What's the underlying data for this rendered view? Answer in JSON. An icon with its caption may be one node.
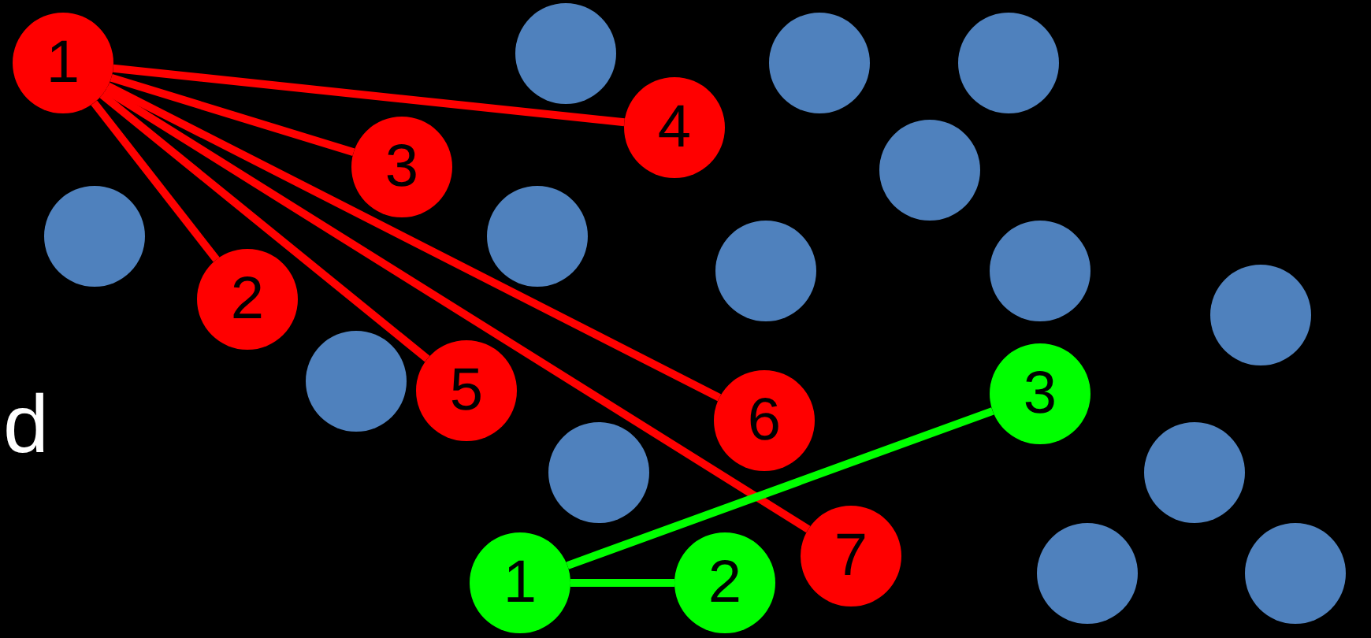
{
  "diagram": {
    "nodes": [
      {
        "text": [
          "1"
        ]
      },
      {
        "text": [],
        "shape": "circle"
      },
      {
        "text": [],
        "shape": "circle"
      },
      {
        "text": [],
        "shape": "circle"
      },
      {
        "text": [],
        "shape": "circle"
      },
      {
        "text": [
          "3"
        ]
      },
      {
        "text": [
          "4"
        ]
      },
      {
        "text": [],
        "shape": "circle"
      },
      {
        "text": [
          "2"
        ]
      },
      {
        "text": [],
        "shape": "circle"
      },
      {
        "text": [],
        "shape": "circle"
      },
      {
        "text": [],
        "shape": "circle"
      },
      {
        "text": [],
        "shape": "circle"
      },
      {
        "text": [
          "5"
        ]
      },
      {
        "text": [
          "6"
        ]
      },
      {
        "text": [
          "3"
        ]
      },
      {
        "text": [],
        "shape": "circle"
      },
      {
        "text": [],
        "shape": "circle"
      },
      {
        "text": [
          "7"
        ]
      },
      {
        "text": [],
        "shape": "circle"
      },
      {
        "text": [
          "1"
        ]
      },
      {
        "text": [
          "2"
        ]
      },
      {
        "text": [],
        "shape": "circle"
      },
      {
        "text": [],
        "shape": "circle"
      }
    ],
    "edges": [
      {
        "from": 0,
        "to": 8,
        "arrow": "none"
      },
      {
        "from": 0,
        "to": 5,
        "arrow": "none"
      },
      {
        "from": 0,
        "to": 6,
        "arrow": "none"
      },
      {
        "from": 0,
        "to": 13,
        "arrow": "none"
      },
      {
        "from": 0,
        "to": 14,
        "arrow": "none"
      },
      {
        "from": 0,
        "to": 18,
        "arrow": "none"
      },
      {
        "from": 20,
        "to": 21,
        "arrow": "none",
        "color": "#00ff00"
      },
      {
        "from": 20,
        "to": 15,
        "arrow": "none",
        "color": "#00ff00"
      }
    ],
    "labels": [
      "d"
    ]
  }
}
